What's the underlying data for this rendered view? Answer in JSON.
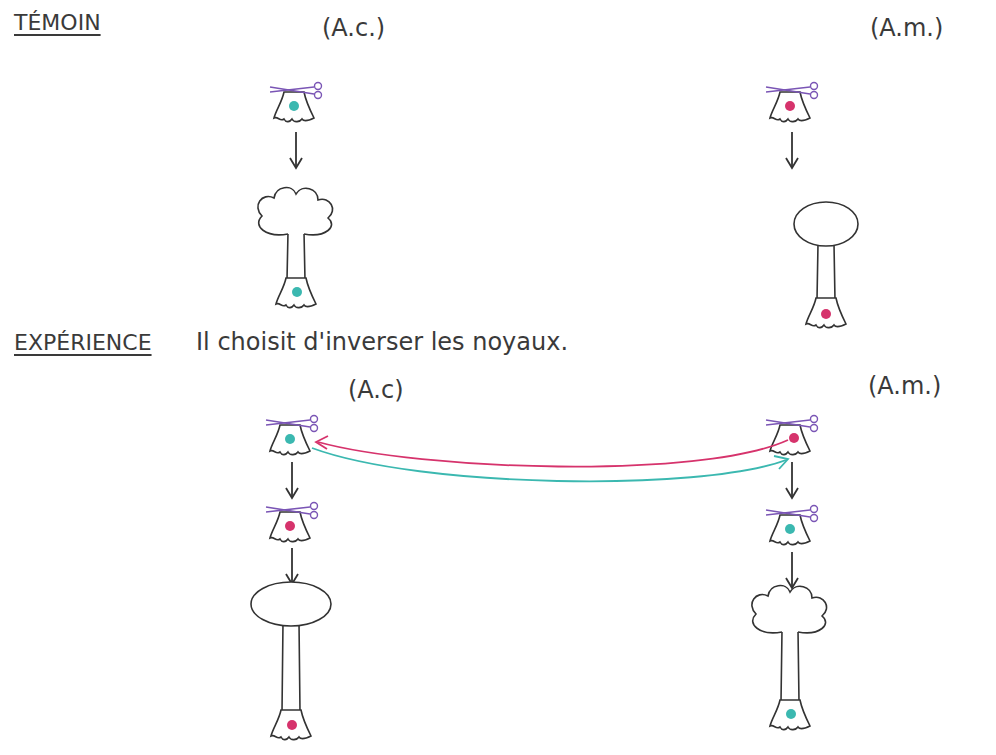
{
  "diagram": {
    "labels": [
      "TÉMOIN",
      "(A.c.)",
      "(A.m.)",
      "EXPÉRIENCE",
      "Il choisit d'inverser les noyaux.",
      "(A.c)",
      "(A.m.)"
    ]
  }
}
